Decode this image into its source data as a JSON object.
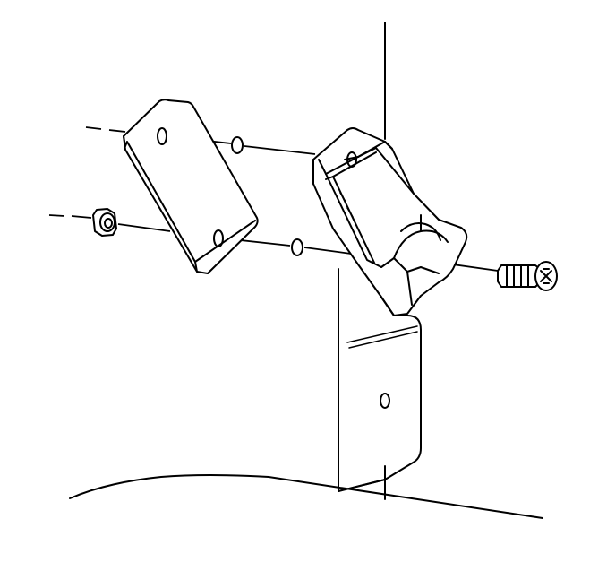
{
  "diagram": {
    "type": "exploded-assembly-line-drawing",
    "colors": {
      "line": "#000000",
      "background": "#ffffff"
    },
    "parts": [
      {
        "id": "mounting-plate",
        "icon": "plate-icon"
      },
      {
        "id": "nut",
        "icon": "hex-nut-icon"
      },
      {
        "id": "spacer-upper",
        "icon": "washer-icon"
      },
      {
        "id": "spacer-lower",
        "icon": "washer-icon"
      },
      {
        "id": "bracket",
        "icon": "bracket-icon"
      },
      {
        "id": "screw",
        "icon": "phillips-screw-icon"
      },
      {
        "id": "pillar-panel",
        "icon": "panel-icon"
      },
      {
        "id": "body-contour",
        "icon": "contour-line-icon"
      }
    ]
  }
}
